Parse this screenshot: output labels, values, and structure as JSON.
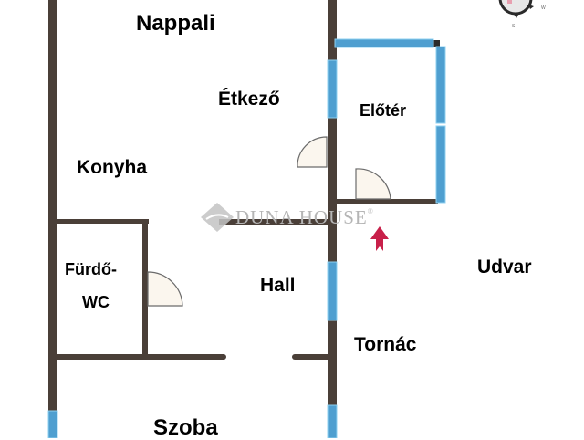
{
  "floorplan": {
    "rooms": [
      {
        "id": "nappali",
        "label": "Nappali"
      },
      {
        "id": "etkezo",
        "label": "Étkező"
      },
      {
        "id": "eloter",
        "label": "Előtér"
      },
      {
        "id": "konyha",
        "label": "Konyha"
      },
      {
        "id": "furdo_line1",
        "label": "Fürdő-"
      },
      {
        "id": "furdo_line2",
        "label": "WC"
      },
      {
        "id": "hall",
        "label": "Hall"
      },
      {
        "id": "udvar",
        "label": "Udvar"
      },
      {
        "id": "tornac",
        "label": "Tornác"
      },
      {
        "id": "szoba",
        "label": "Szoba"
      }
    ],
    "watermark": {
      "brand": "DUNA HOUSE",
      "mark": "®"
    },
    "entrance_arrow": "up-arrow-icon",
    "compass": "compass-icon"
  },
  "colors": {
    "wall": "#4a3f38",
    "window": "#4f9fd0",
    "door_fill": "#fbf6ee",
    "door_stroke": "#6b6b6b",
    "entrance_arrow": "#c8204a",
    "watermark": "#b5b5b5"
  }
}
